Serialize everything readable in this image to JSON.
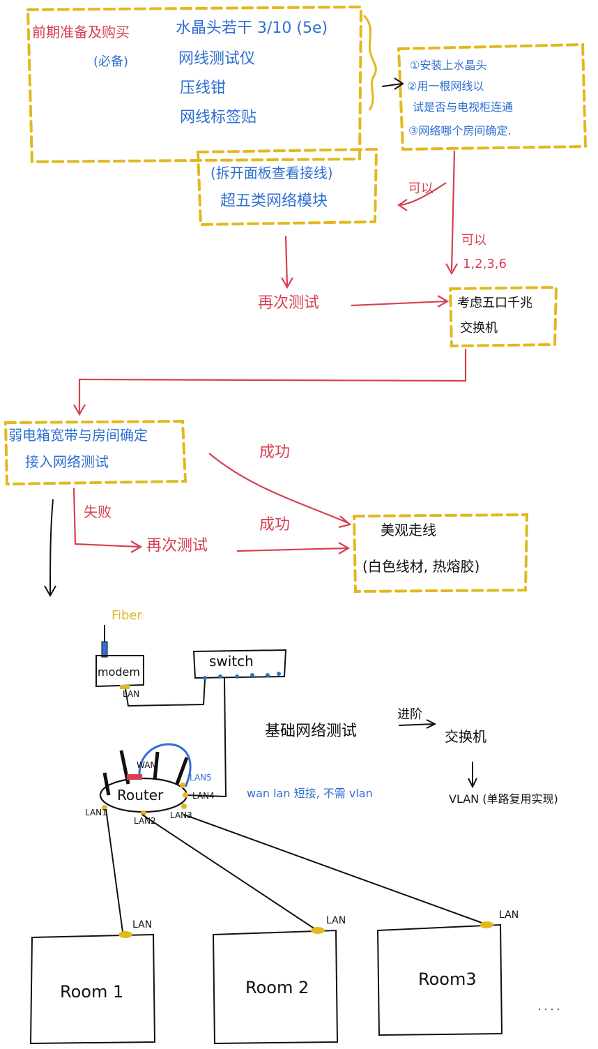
{
  "top_box": {
    "title": "前期准备及购买",
    "subtitle": "(必备)",
    "items": [
      "水晶头若干 3/10 (5e)",
      "网线测试仪",
      "压线钳",
      "网线标签贴"
    ]
  },
  "steps_box": {
    "items": [
      "①安装上水晶头",
      "②用一根网线以",
      "  试是否与电视柜连通",
      "③网络哪个房间确定."
    ]
  },
  "panel_box": {
    "line1": "(拆开面板查看接线)",
    "line2": "超五类网络模块"
  },
  "labels": {
    "yes_left": "可以",
    "yes_down": "可以",
    "pins": "1,2,3,6",
    "retest1": "再次测试",
    "success1": "成功",
    "fail": "失败",
    "retest2": "再次测试",
    "success2": "成功"
  },
  "switch_consider_box": {
    "line1": "考虑五口千兆",
    "line2": "交换机"
  },
  "weak_box": {
    "line1": "弱电箱宽带与房间确定",
    "line2": "接入网络测试"
  },
  "cable_box": {
    "line1": "美观走线",
    "line2": "(白色线材, 热熔胶)"
  },
  "network": {
    "fiber": "Fiber",
    "modem": "modem",
    "switch": "switch",
    "router": "Router",
    "wan": "WAN",
    "lan": "LAN",
    "lan1": "LAN1",
    "lan2": "LAN2",
    "lan3": "LAN3",
    "lan4": "LAN4",
    "lan5": "LAN5",
    "wan_note": "wan lan 短接, 不需 vlan",
    "basic_test": "基础网络测试",
    "advanced": "进阶",
    "switch_cn": "交换机",
    "vlan": "VLAN (单路复用实现)",
    "rooms": [
      {
        "name": "Room 1",
        "lan": "LAN"
      },
      {
        "name": "Room 2",
        "lan": "LAN"
      },
      {
        "name": "Room3",
        "lan": "LAN"
      }
    ],
    "ellipsis": "· · · ·"
  },
  "colors": {
    "yellow": "#e2b81e",
    "red": "#d64050",
    "blue": "#2f6fd0",
    "black": "#111111"
  }
}
